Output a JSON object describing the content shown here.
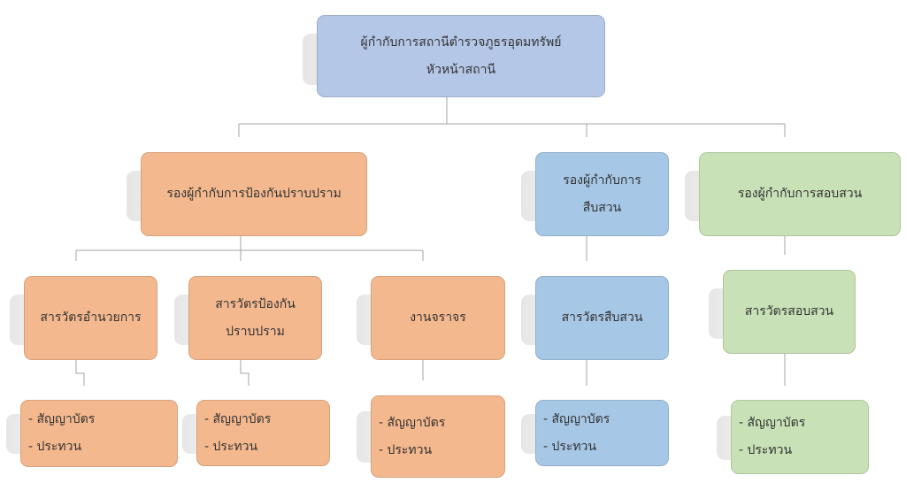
{
  "root": {
    "line1": "ผู้กำกับการสถานีตำรวจภูธรอุดมทรัพย์",
    "line2": "หัวหน้าสถานี"
  },
  "level2": [
    {
      "lines": [
        "รองผู้กำกับการป้องกันปราบปราม"
      ]
    },
    {
      "lines": [
        "รองผู้กำกับการ",
        "สืบสวน"
      ]
    },
    {
      "lines": [
        "รองผู้กำกับการสอบสวน"
      ]
    }
  ],
  "level3": [
    {
      "lines": [
        "สารวัตรอำนวยการ"
      ]
    },
    {
      "lines": [
        "สารวัตรป้องกัน",
        "ปราบปราม"
      ]
    },
    {
      "lines": [
        "งานจราจร"
      ]
    },
    {
      "lines": [
        "สารวัตรสืบสวน"
      ]
    },
    {
      "lines": [
        "สารวัตรสอบสวน"
      ]
    }
  ],
  "level4": [
    {
      "items": [
        "- สัญญาบัตร",
        "- ประทวน"
      ]
    },
    {
      "items": [
        "- สัญญาบัตร",
        "- ประทวน"
      ]
    },
    {
      "items": [
        "- สัญญาบัตร",
        "- ประทวน"
      ]
    },
    {
      "items": [
        "- สัญญาบัตร",
        "- ประทวน"
      ]
    },
    {
      "items": [
        "- สัญญาบัตร",
        "- ประทวน"
      ]
    }
  ],
  "colors": {
    "root": "#b4c7e7",
    "prevention": "#f4b88e",
    "investigation": "#a7c7e6",
    "inquiry": "#c8e1b6"
  }
}
